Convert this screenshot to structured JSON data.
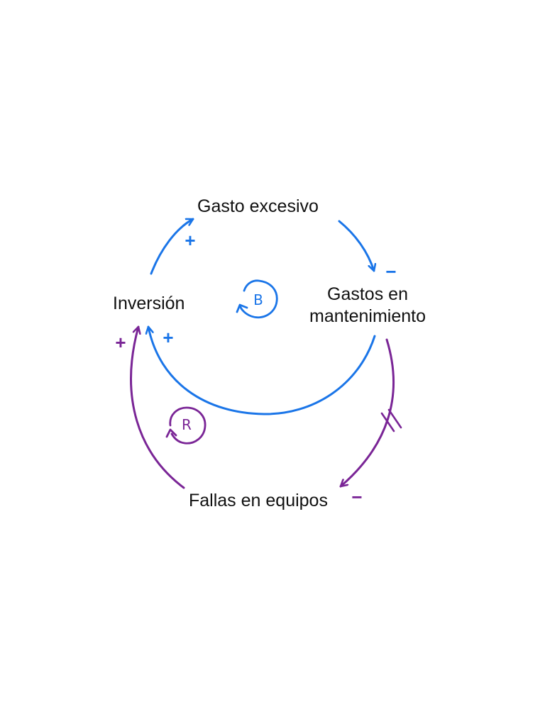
{
  "colors": {
    "balancing": "#1a75e8",
    "reinforcing": "#7a2596",
    "text": "#111111"
  },
  "nodes": {
    "gasto_excesivo": "Gasto excesivo",
    "inversion": "Inversión",
    "gastos_mantenimiento": [
      "Gastos en",
      "mantenimiento"
    ],
    "fallas_equipos": "Fallas en equipos"
  },
  "links": [
    {
      "from": "Inversión",
      "to": "Gasto excesivo",
      "polarity": "+",
      "color": "balancing"
    },
    {
      "from": "Gasto excesivo",
      "to": "Gastos en mantenimiento",
      "polarity": "−",
      "color": "balancing"
    },
    {
      "from": "Gastos en mantenimiento",
      "to": "Inversión",
      "polarity": "+",
      "color": "balancing"
    },
    {
      "from": "Gastos en mantenimiento",
      "to": "Fallas en equipos",
      "polarity": "−",
      "color": "reinforcing",
      "delay": true
    },
    {
      "from": "Fallas en equipos",
      "to": "Inversión",
      "polarity": "+",
      "color": "reinforcing"
    }
  ],
  "polarity_signs": {
    "inv_to_gasto": "+",
    "gasto_to_mant": "−",
    "mant_to_inv": "+",
    "mant_to_fallas": "−",
    "fallas_to_inv": "+"
  },
  "loops": {
    "balancing": {
      "letter": "B",
      "color": "balancing"
    },
    "reinforcing": {
      "letter": "R",
      "color": "reinforcing"
    }
  }
}
